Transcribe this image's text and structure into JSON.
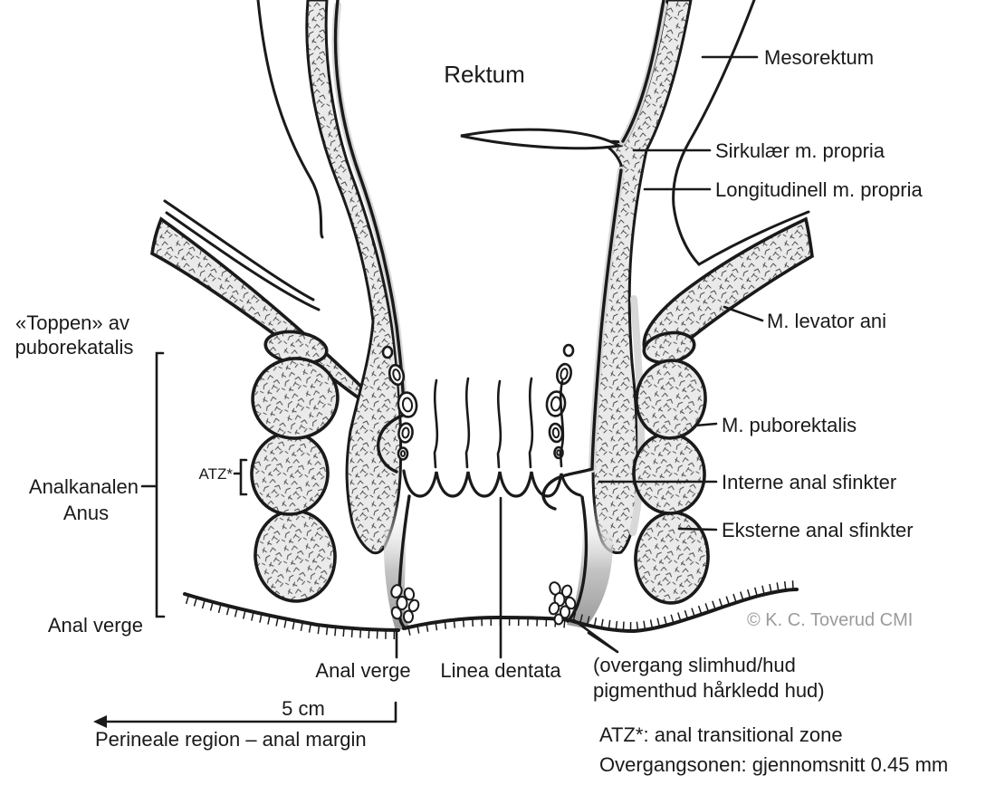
{
  "figure": {
    "labels": {
      "top": {
        "rektum": "Rektum"
      },
      "right": {
        "mesorektum": "Mesorektum",
        "sirkulaer": "Sirkulær m. propria",
        "longitudinell": "Longitudinell m. propria",
        "levator": "M. levator ani",
        "puborektalis": "M. puborektalis",
        "interne": "Interne anal sfinkter",
        "eksterne": "Eksterne anal sfinkter"
      },
      "left": {
        "toppen_line1": "«Toppen» av",
        "toppen_line2": "puborekatalis",
        "analkanalen": "Analkanalen",
        "anus": "Anus",
        "anal_verge": "Anal verge",
        "atz": "ATZ*"
      },
      "bottom": {
        "anal_verge": "Anal verge",
        "linea_dentata": "Linea dentata",
        "overgang_line1": "(overgang slimhud/hud",
        "overgang_line2": "pigmenthud hårkledd hud)",
        "scale": "5 cm",
        "perineale": "Perineale region – anal margin",
        "atz_note": "ATZ*: anal transitional zone",
        "overgang_note": "Overgangsonen: gjennomsnitt 0.45 mm"
      },
      "credit": "© K. C. Toverud CMI"
    },
    "colors": {
      "line": "#1a1a1a",
      "muscle_fill": "#eaeaea",
      "stipple_marks": "#4f4f4f",
      "canal_shade": "#9a9a9a",
      "credit_gray": "#9b9b9b",
      "background": "#ffffff"
    }
  }
}
